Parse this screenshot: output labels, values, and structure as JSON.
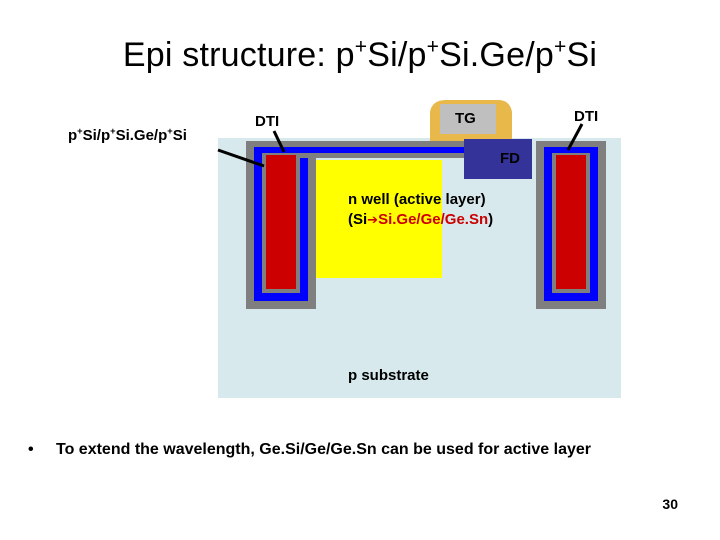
{
  "title": {
    "parts": [
      {
        "t": "Epi structure: p",
        "sup": false
      },
      {
        "t": "+",
        "sup": true
      },
      {
        "t": "Si/p",
        "sup": false
      },
      {
        "t": "+",
        "sup": true
      },
      {
        "t": "Si.Ge/p",
        "sup": false
      },
      {
        "t": "+",
        "sup": true
      },
      {
        "t": "Si",
        "sup": false
      }
    ]
  },
  "labels": {
    "epi": {
      "parts": [
        {
          "t": "p",
          "sup": false
        },
        {
          "t": "+",
          "sup": true
        },
        {
          "t": "Si/p",
          "sup": false
        },
        {
          "t": "+",
          "sup": true
        },
        {
          "t": "Si.Ge/p",
          "sup": false
        },
        {
          "t": "+",
          "sup": true
        },
        {
          "t": "Si",
          "sup": false
        }
      ]
    },
    "dti_left": "DTI",
    "dti_right": "DTI",
    "tg": "TG",
    "fd": "FD",
    "nwell_line1": "n well (active layer)",
    "nwell_line2_parts": [
      {
        "t": "(Si",
        "red": false
      },
      {
        "t": "➔",
        "red": true,
        "arrow": true
      },
      {
        "t": "Si.Ge/Ge/Ge.Sn",
        "red": true
      },
      {
        "t": ")",
        "red": false
      }
    ],
    "substrate": "p substrate"
  },
  "bullets": [
    {
      "marker": "•",
      "text": "To extend the wavelength, Ge.Si/Ge/Ge.Sn can be used for active layer"
    }
  ],
  "page_number": "30",
  "colors": {
    "substrate": "#d7e9ed",
    "nwell": "#ffff00",
    "gate": "#e8b84a",
    "tg_box": "#bfbfbf",
    "fd": "#333399",
    "dti_gray": "#7f7f7f",
    "dti_blue": "#0000ff",
    "dti_red": "#cc0000",
    "text_red": "#cc0000"
  }
}
